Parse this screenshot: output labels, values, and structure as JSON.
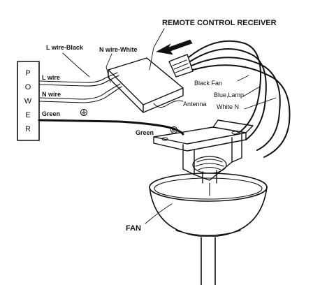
{
  "power_box": {
    "letters": [
      "P",
      "O",
      "W",
      "E",
      "R"
    ]
  },
  "labels": {
    "title": "REMOTE CONTROL RECEIVER",
    "l_wire_black": "L wire-Black",
    "n_wire_white": "N wire-White",
    "l_wire": "L wire",
    "n_wire": "N wire",
    "green_left": "Green",
    "green_mid": "Green",
    "black_fan": "Black Fan",
    "blue_lamp": "Blue,Lamp",
    "white_n": "White  N",
    "antenna": "Antenna",
    "fan": "FAN"
  }
}
